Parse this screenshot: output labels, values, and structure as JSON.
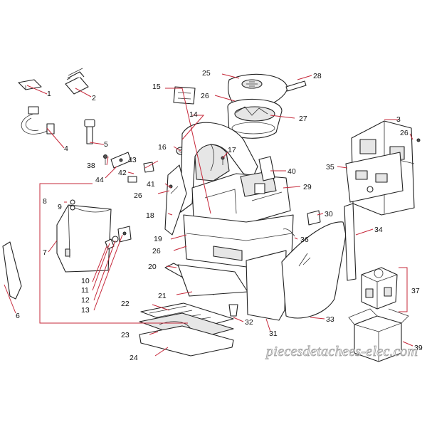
{
  "diagram": {
    "callouts": [
      "1",
      "2",
      "3",
      "4",
      "5",
      "6",
      "7",
      "8",
      "9",
      "10",
      "11",
      "12",
      "13",
      "14",
      "15",
      "16",
      "17",
      "18",
      "19",
      "20",
      "21",
      "22",
      "23",
      "24",
      "25",
      "26",
      "27",
      "28",
      "29",
      "30",
      "31",
      "32",
      "33",
      "34",
      "35",
      "36",
      "37",
      "38",
      "39",
      "40",
      "41",
      "42",
      "43",
      "44"
    ]
  },
  "watermark": {
    "text": "piecesdetachees-elec.com"
  },
  "colors": {
    "leader": "#c6283a",
    "outline": "#222222",
    "fill": "#ffffff"
  }
}
